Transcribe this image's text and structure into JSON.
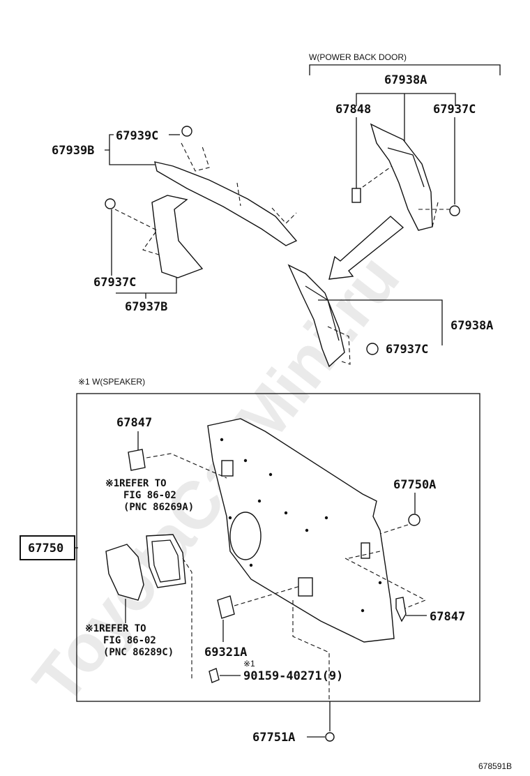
{
  "watermark": "ToyotaCarMini.ru",
  "figure_id": "678591B",
  "top_section": {
    "power_back_door_label": "W(POWER BACK DOOR)",
    "pnc_67938A_top": "67938A",
    "pnc_67848": "67848",
    "pnc_67937C_top_right": "67937C",
    "pnc_67939C": "67939C",
    "pnc_67939B": "67939B",
    "pnc_67937C_left": "67937C",
    "pnc_67937B": "67937B",
    "pnc_67938A_right": "67938A",
    "pnc_67937C_bottom": "67937C"
  },
  "speaker_section": {
    "header": "※1 W(SPEAKER)",
    "pnc_67847_top": "67847",
    "refer1_line1": "※1REFER TO",
    "refer1_line2": "FIG 86-02",
    "refer1_line3": "(PNC 86269A)",
    "pnc_67750A": "67750A",
    "pnc_67750": "67750",
    "refer2_line1": "※1REFER TO",
    "refer2_line2": "FIG 86-02",
    "refer2_line3": "(PNC 86289C)",
    "pnc_67847_right": "67847",
    "pnc_69321A": "69321A",
    "mark_90159": "※1",
    "pnc_90159": "90159-40271(9)",
    "pnc_67751A": "67751A"
  }
}
